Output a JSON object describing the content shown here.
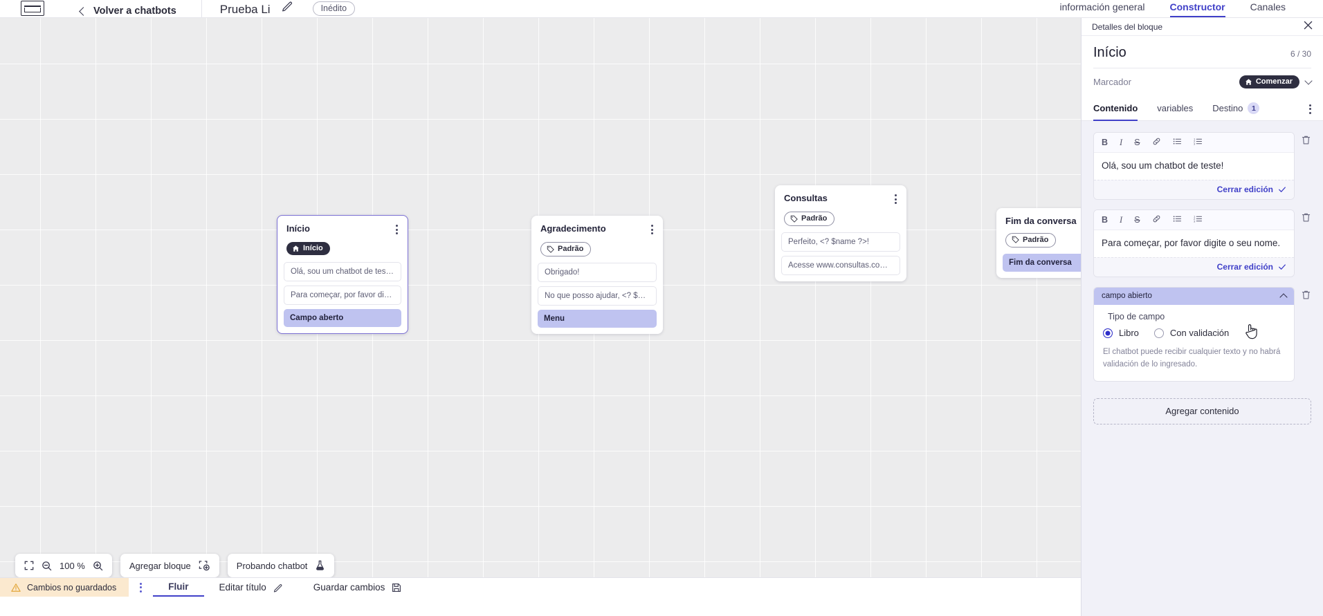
{
  "topbar": {
    "logo_icon": "app-logo-icon",
    "back_label": "Volver a chatbots",
    "bot_title": "Prueba Li",
    "edit_icon": "pencil-icon",
    "status_badge": "Inédito",
    "tabs": [
      {
        "label": "información general",
        "active": false
      },
      {
        "label": "Constructor",
        "active": true
      },
      {
        "label": "Canales",
        "active": false
      }
    ]
  },
  "canvas": {
    "nodes": [
      {
        "title": "Início",
        "tag": {
          "label": "Início",
          "icon": "home-icon",
          "style": "dark"
        },
        "rows": [
          {
            "text": "Olá, sou um chatbot de teste!",
            "type": "msg"
          },
          {
            "text": "Para começar, por favor digite o ...",
            "type": "msg"
          },
          {
            "text": "Campo aberto",
            "type": "action"
          }
        ],
        "selected": true
      },
      {
        "title": "Agradecimento",
        "tag": {
          "label": "Padrão",
          "icon": "tag-icon",
          "style": "outline"
        },
        "rows": [
          {
            "text": "Obrigado!",
            "type": "msg"
          },
          {
            "text": "No que posso ajudar, <? $name ...",
            "type": "msg"
          },
          {
            "text": "Menu",
            "type": "action"
          }
        ],
        "selected": false
      },
      {
        "title": "Consultas",
        "tag": {
          "label": "Padrão",
          "icon": "tag-icon",
          "style": "outline"
        },
        "rows": [
          {
            "text": "Perfeito, <? $name ?>!",
            "type": "msg"
          },
          {
            "text": "Acesse www.consultas.com par...",
            "type": "msg"
          }
        ],
        "selected": false
      },
      {
        "title": "Fim da conversa",
        "tag": {
          "label": "Padrão",
          "icon": "tag-icon",
          "style": "outline"
        },
        "rows": [
          {
            "text": "Fim da conversa",
            "type": "action"
          }
        ],
        "selected": false
      }
    ]
  },
  "toolbar": {
    "fit_icon": "fit-screen-icon",
    "zoom_out_icon": "zoom-out-icon",
    "zoom_level": "100 %",
    "zoom_in_icon": "zoom-in-icon",
    "add_block_label": "Agregar bloque",
    "add_block_icon": "add-block-icon",
    "test_bot_label": "Probando chatbot",
    "test_bot_icon": "flask-icon"
  },
  "statusbar": {
    "warning_icon": "warning-triangle-icon",
    "unsaved_label": "Cambios no guardados",
    "kebab_icon": "kebab-menu-icon",
    "flow_tab": "Fluir",
    "edit_title_label": "Editar título",
    "edit_title_icon": "pencil-icon",
    "save_label": "Guardar cambios",
    "save_icon": "save-disk-icon"
  },
  "panel": {
    "header_label": "Detalles del bloque",
    "close_icon": "close-icon",
    "block_title": "Início",
    "char_count": "6 / 30",
    "marker_label": "Marcador",
    "marker_badge": "Comenzar",
    "marker_badge_icon": "home-icon",
    "marker_chevron_icon": "chevron-down-icon",
    "tabs": [
      {
        "label": "Contenido",
        "active": true,
        "count": null
      },
      {
        "label": "variables",
        "active": false,
        "count": null
      },
      {
        "label": "Destino",
        "active": false,
        "count": "1"
      }
    ],
    "overflow_icon": "kebab-menu-icon",
    "editor_toolbar": [
      {
        "name": "bold-icon",
        "glyph": "B"
      },
      {
        "name": "italic-icon",
        "glyph": "I"
      },
      {
        "name": "strikethrough-icon",
        "glyph": "S"
      },
      {
        "name": "link-icon",
        "glyph": "🔗"
      },
      {
        "name": "bulleted-list-icon",
        "glyph": "≔"
      },
      {
        "name": "numbered-list-icon",
        "glyph": "≕"
      }
    ],
    "blocks": [
      {
        "text": "Olá, sou um chatbot de teste!",
        "close_label": "Cerrar edición",
        "delete_icon": "trash-icon"
      },
      {
        "text": "Para começar, por favor digite o seu nome.",
        "close_label": "Cerrar edición",
        "delete_icon": "trash-icon"
      }
    ],
    "field": {
      "header_label": "campo abierto",
      "collapse_icon": "chevron-up-icon",
      "delete_icon": "trash-icon",
      "type_label": "Tipo de campo",
      "options": [
        {
          "label": "Libro",
          "selected": true
        },
        {
          "label": "Con validación",
          "selected": false
        }
      ],
      "help_text": "El chatbot puede recibir cualquier texto y no habrá validación de lo ingresado."
    },
    "add_content_label": "Agregar contenido"
  },
  "colors": {
    "accent": "#4040c8",
    "action_row": "#bfc3f0",
    "canvas_bg": "#ececed",
    "panel_bg": "#f1f1f8",
    "warning_bg": "#fbe9cf",
    "tag_dark": "#2e2e40"
  }
}
